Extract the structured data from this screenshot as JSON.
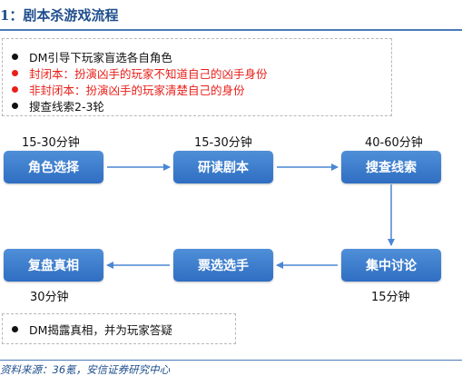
{
  "title": "1：剧本杀游戏流程",
  "notes_top": [
    {
      "text": "DM引导下玩家盲选各自角色",
      "color": "#111111",
      "bullet_color": "#111111"
    },
    {
      "text": "封闭本：扮演凶手的玩家不知道自己的凶手身份",
      "color": "#e8201a",
      "bullet_color": "#e8201a"
    },
    {
      "text": "非封闭本：扮演凶手的玩家清楚自己的身份",
      "color": "#e8201a",
      "bullet_color": "#e8201a"
    },
    {
      "text": "搜查线索2-3轮",
      "color": "#111111",
      "bullet_color": "#111111"
    }
  ],
  "durations": {
    "role_select": "15-30分钟",
    "read_script": "15-30分钟",
    "search_clues": "40-60分钟",
    "discussion": "15分钟",
    "review": "30分钟"
  },
  "steps": {
    "role_select": "角色选择",
    "read_script": "研读剧本",
    "search_clues": "搜查线索",
    "discussion": "集中讨论",
    "vote": "票选选手",
    "review": "复盘真相"
  },
  "notes_bottom": [
    {
      "text": "DM揭露真相，并为玩家答疑",
      "color": "#111111",
      "bullet_color": "#111111"
    }
  ],
  "source": "资料来源：36氪，安信证券研究中心",
  "colors": {
    "box": "#3a7bd0",
    "arrow": "#4a86d4",
    "title": "#1f4e8c",
    "highlight": "#e8201a"
  }
}
